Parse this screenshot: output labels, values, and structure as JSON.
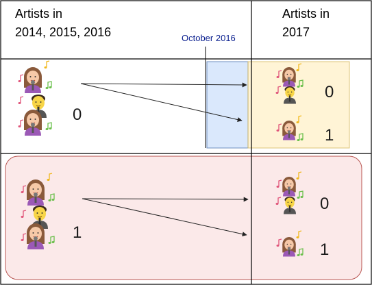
{
  "headers": {
    "left_line1": "Artists in",
    "left_line2": "2014, 2015, 2016",
    "right_line1": "Artists in",
    "right_line2": "2017"
  },
  "annotation": "October 2016",
  "rows": [
    {
      "left_label": "0",
      "right_top_label": "0",
      "right_bottom_label": "1"
    },
    {
      "left_label": "1",
      "right_top_label": "0",
      "right_bottom_label": "1"
    }
  ],
  "colors": {
    "line": "#000000",
    "highlight_fill": "#dae8fc",
    "highlight_stroke": "#6c8ebf",
    "yellow_fill": "#fff2cc",
    "yellow_stroke": "#d6b656",
    "red_fill": "#f8cecc",
    "red_stroke": "#b85450",
    "note_text": "#0a1f8f"
  },
  "icons": [
    "singer-woman-icon",
    "singer-man-icon",
    "music-note-icon"
  ]
}
